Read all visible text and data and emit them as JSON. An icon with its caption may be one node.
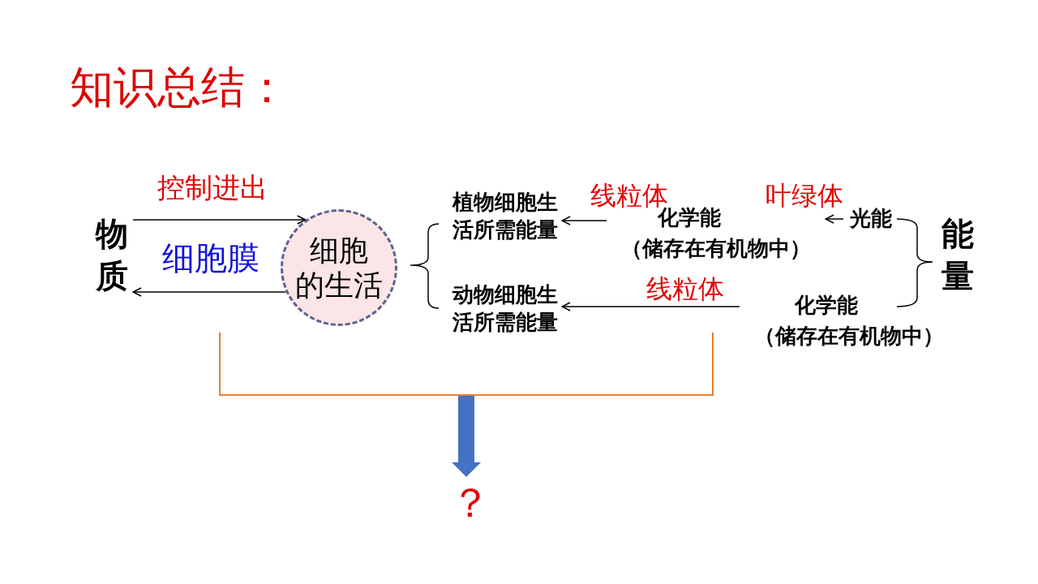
{
  "diagram": {
    "title": "知识总结：",
    "nodes": [
      {
        "text": [
          "物质"
        ]
      },
      {
        "text": [
          "细胞的生活"
        ]
      },
      {
        "text": [
          "植物细胞生活所需能量"
        ]
      },
      {
        "text": [
          "动物细胞生活所需能量"
        ]
      },
      {
        "text": [
          "化学能",
          "（储存在有机物中）"
        ]
      },
      {
        "text": [
          "光能"
        ]
      },
      {
        "text": [
          "化学能",
          "（储存在有机物中）"
        ]
      },
      {
        "text": [
          "能量"
        ]
      },
      {
        "text": [
          "？"
        ]
      }
    ],
    "edges": [
      {
        "from": 0,
        "to": 1,
        "arrow": "to",
        "label": "控制进出"
      },
      {
        "from": 1,
        "to": 0,
        "arrow": "to"
      },
      {
        "from": 4,
        "to": 2,
        "arrow": "to",
        "label": "线粒体"
      },
      {
        "from": 5,
        "to": 4,
        "arrow": "to",
        "label": "叶绿体"
      },
      {
        "from": 6,
        "to": 3,
        "arrow": "to",
        "label": "线粒体"
      },
      {
        "from": null,
        "to": 8,
        "arrow": "to",
        "style": "thick",
        "color": "#4472c4"
      }
    ],
    "labels": [
      "细胞膜"
    ]
  }
}
